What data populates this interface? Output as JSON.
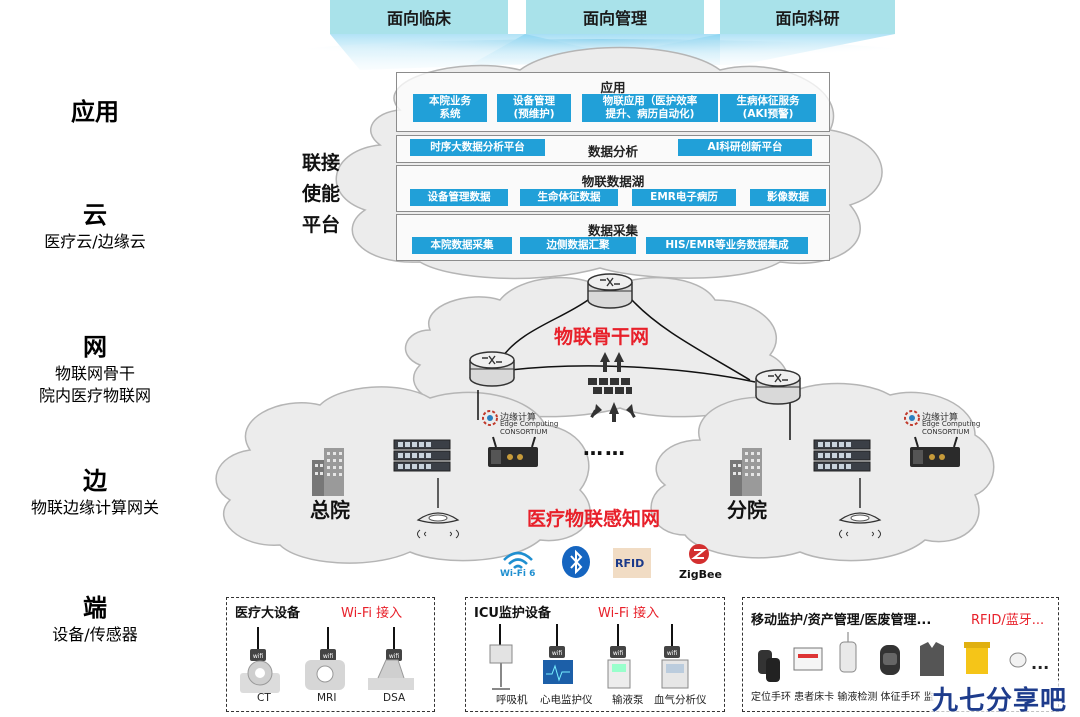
{
  "top_tabs": [
    "面向临床",
    "面向管理",
    "面向科研"
  ],
  "layers": {
    "app": {
      "title": "应用"
    },
    "cloud": {
      "title": "云",
      "sub": "医疗云/边缘云"
    },
    "net": {
      "title": "网",
      "sub1": "物联网骨干",
      "sub2": "院内医疗物联网"
    },
    "edge": {
      "title": "边",
      "sub": "物联边缘计算网关"
    },
    "end": {
      "title": "端",
      "sub": "设备/传感器"
    }
  },
  "platform": {
    "line1": "联接",
    "line2": "使能",
    "line3": "平台"
  },
  "cloud_rows": {
    "app": {
      "title": "应用",
      "chips": [
        {
          "l1": "本院业务",
          "l2": "系统"
        },
        {
          "l1": "设备管理",
          "l2": "(预维护)"
        },
        {
          "l1": "物联应用（医护效率",
          "l2": "提升、病历自动化)"
        },
        {
          "l1": "生病体征服务",
          "l2": "(AKI预警)"
        }
      ]
    },
    "analysis": {
      "title": "数据分析",
      "chips": [
        "时序大数据分析平台",
        "AI科研创新平台"
      ]
    },
    "lake": {
      "title": "物联数据湖",
      "chips": [
        "设备管理数据",
        "生命体征数据",
        "EMR电子病历",
        "影像数据"
      ]
    },
    "collect": {
      "title": "数据采集",
      "chips": [
        "本院数据采集",
        "边侧数据汇聚",
        "HIS/EMR等业务数据集成"
      ]
    }
  },
  "network": {
    "backbone": "物联骨干网",
    "sensing": "医疗物联感知网",
    "ellipsis": "……",
    "main_site": "总院",
    "branch_site": "分院",
    "ecc_text": "边缘计算",
    "ecc_sub1": "Edge Computing",
    "ecc_sub2": "CONSORTIUM"
  },
  "protocols": {
    "wifi": "Wi-Fi 6",
    "rfid": "RFID",
    "zigbee": "ZigBee"
  },
  "device_groups": [
    {
      "title": "医疗大设备",
      "wifi": "Wi-Fi 接入",
      "items": [
        "CT",
        "MRI",
        "DSA"
      ]
    },
    {
      "title": "ICU监护设备",
      "wifi": "Wi-Fi 接入",
      "items": [
        "呼吸机",
        "心电监护仪",
        "输液泵",
        "血气分析仪"
      ]
    },
    {
      "title": "移动监护/资产管理/医废管理...",
      "wifi": "RFID/蓝牙...",
      "items_caption": "定位手环 患者床卡 输液检测 体征手环 监",
      "more": "..."
    }
  ],
  "watermark": "九七分享吧",
  "colors": {
    "chip": "#21a0d8",
    "tab": "#a9e2ea",
    "red": "#e8202a",
    "cloud": "#eeeeee",
    "watermark": "#1e3c8c"
  }
}
